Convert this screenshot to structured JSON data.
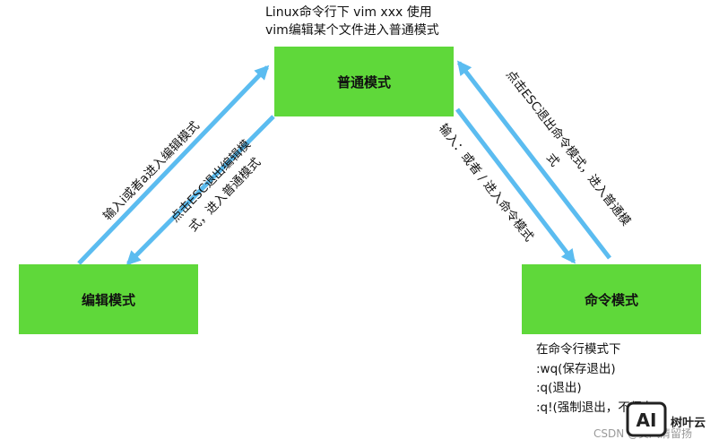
{
  "colors": {
    "box_fill": "#5fd83a",
    "arrow": "#5bbcf0"
  },
  "nodes": {
    "normal": "普通模式",
    "edit": "编辑模式",
    "command": "命令模式"
  },
  "top_note": {
    "line1": "Linux命令行下 vim xxx  使用",
    "line2": "vim编辑某个文件进入普通模式"
  },
  "edges": {
    "to_edit": "输入i或者a进入编辑模式",
    "edit_to_normal_line1": "点击ESC退出编辑模",
    "edit_to_normal_line2": "式，进入普通模式",
    "to_command": "输入：或者 / 进入命令模式",
    "command_to_normal_line1": "点击ESC退出命令模式，进入普通模",
    "command_to_normal_line2": "式"
  },
  "command_note": {
    "line1": "在命令行模式下",
    "line2": ":wq(保存退出)",
    "line3": ":q(退出)",
    "line4": ":q!(强制退出，不保存)"
  },
  "watermark": {
    "csdn": "CSDN @黄风清留扬",
    "logo_text": "AI",
    "brand": "树叶云"
  }
}
